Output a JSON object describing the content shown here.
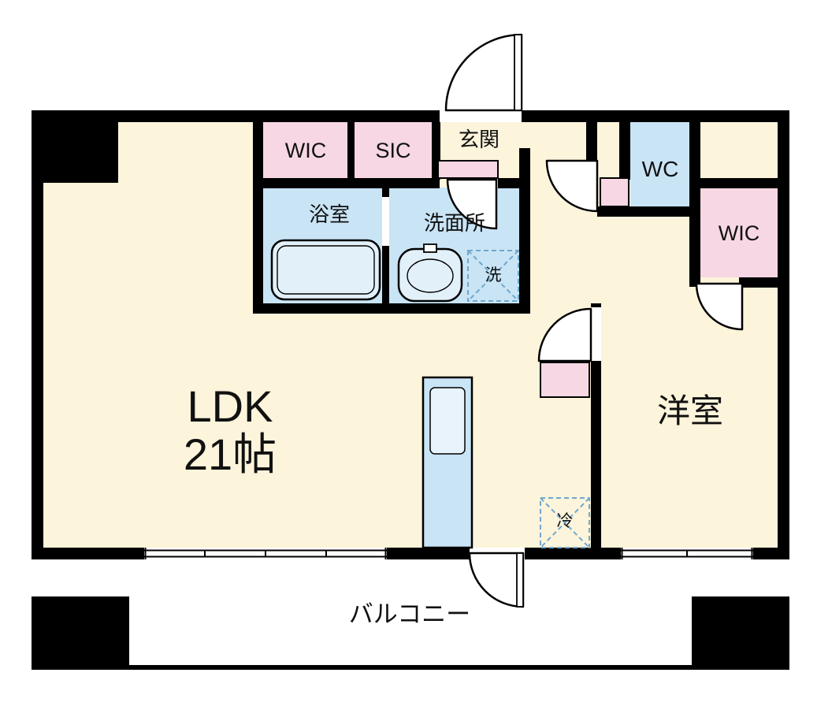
{
  "floorplan": {
    "rooms": {
      "ldk_line1": "LDK",
      "ldk_line2": "21帖",
      "wic_top": "WIC",
      "sic": "SIC",
      "genkan": "玄関",
      "wc": "WC",
      "wic_right": "WIC",
      "bath": "浴室",
      "washroom": "洗面所",
      "washer": "洗",
      "western_room": "洋室",
      "fridge": "冷",
      "balcony": "バルコニー"
    },
    "colors": {
      "floor": "#FCF4DB",
      "closet": "#F6D7E3",
      "wet_area": "#C9E4F5",
      "wall": "#000000",
      "fixture_dash": "#6FA8CE"
    }
  }
}
